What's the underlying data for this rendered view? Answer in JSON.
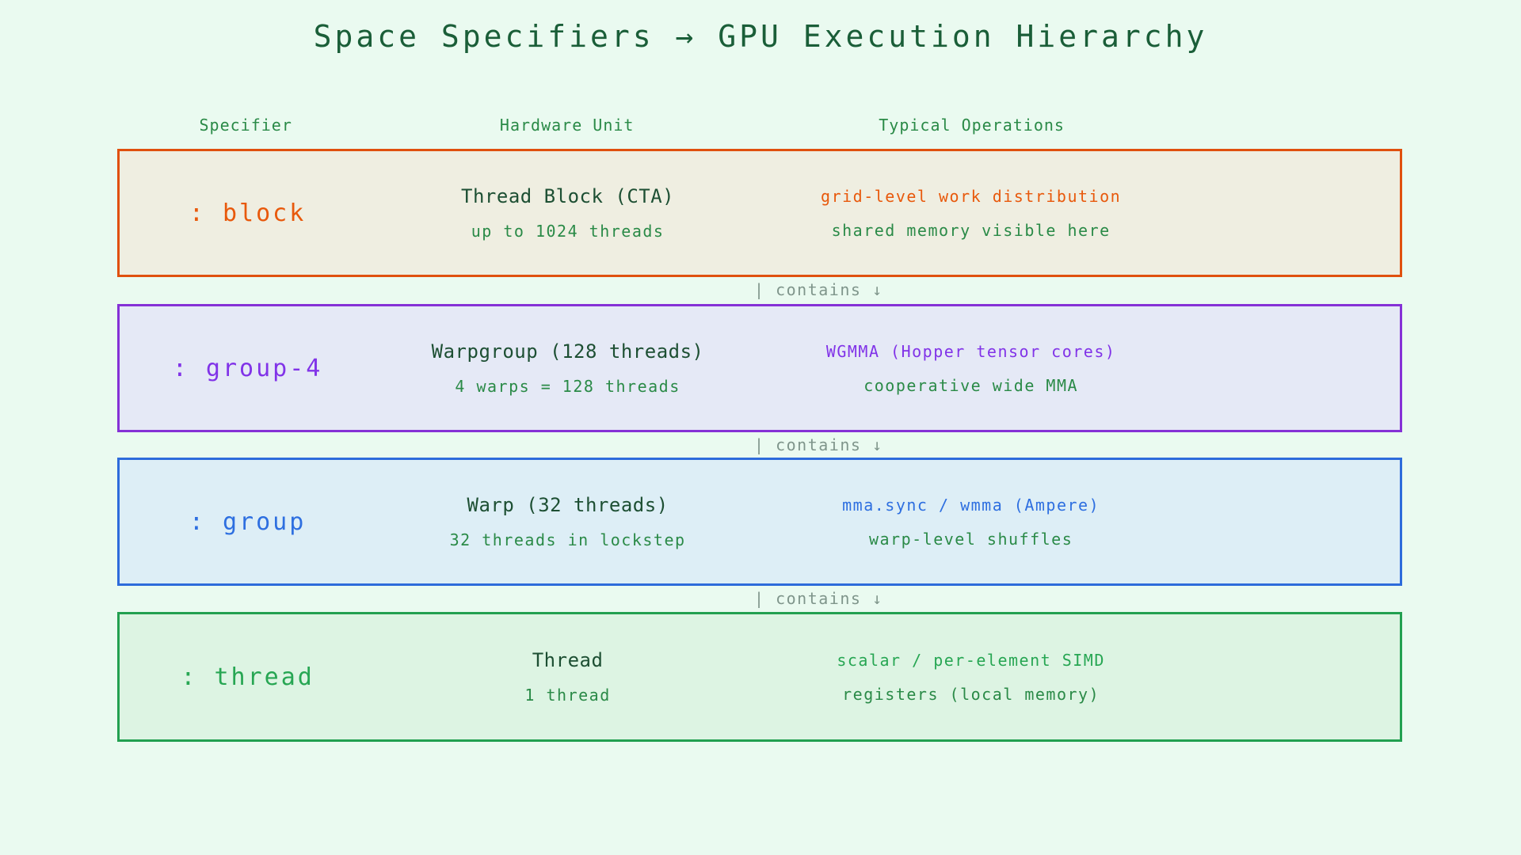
{
  "title": "Space Specifiers → GPU Execution Hierarchy",
  "columns": [
    "Specifier",
    "Hardware Unit",
    "Typical Operations"
  ],
  "connector_label": "| contains ↓",
  "palette": {
    "page_bg": "#eafaf0",
    "title_color": "#1a5e38",
    "header_green": "#2a8a47",
    "name_dark": "#1d4f33",
    "text_green": "#2a8a47",
    "connector_color": "#7f958b"
  },
  "rows": [
    {
      "specifier": ": block",
      "hardware_unit": "Thread Block (CTA)",
      "hardware_detail": "up to 1024 threads",
      "operation_primary": "grid-level work distribution",
      "operation_secondary": "shared memory visible here",
      "accent": "#e8590c",
      "border": "#e0500e",
      "background": "#efeee1"
    },
    {
      "specifier": ": group-4",
      "hardware_unit": "Warpgroup (128 threads)",
      "hardware_detail": "4 warps = 128 threads",
      "operation_primary": "WGMMA (Hopper tensor cores)",
      "operation_secondary": "cooperative wide MMA",
      "accent": "#8133e8",
      "border": "#8531d6",
      "background": "#e5e9f6"
    },
    {
      "specifier": ": group",
      "hardware_unit": "Warp (32 threads)",
      "hardware_detail": "32 threads in lockstep",
      "operation_primary": "mma.sync / wmma (Ampere)",
      "operation_secondary": "warp-level shuffles",
      "accent": "#2e6fe0",
      "border": "#2d6bdb",
      "background": "#ddeef6"
    },
    {
      "specifier": ": thread",
      "hardware_unit": "Thread",
      "hardware_detail": "1 thread",
      "operation_primary": "scalar / per-element SIMD",
      "operation_secondary": "registers (local memory)",
      "accent": "#27a653",
      "border": "#22a050",
      "background": "#ddf4e3"
    }
  ]
}
